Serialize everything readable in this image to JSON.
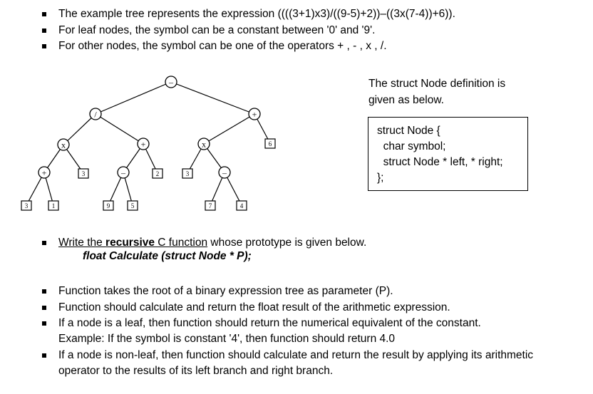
{
  "intro_bullets": [
    "The example tree represents the expression ((((3+1)x3)/((9-5)+2))–((3x(7-4))+6)).",
    "For leaf nodes, the symbol can be a constant between '0' and '9'.",
    "For other nodes, the symbol can be one of the operators + , - , x , /."
  ],
  "struct_note": {
    "line1": "The struct Node definition is",
    "line2": "given as below."
  },
  "struct_code": [
    "struct Node {",
    "  char symbol;",
    "  struct Node * left, * right;",
    "};"
  ],
  "write_task": {
    "pre": "Write the ",
    "bold": "recursive",
    "post": " C function whose prototype is given below."
  },
  "prototype": "float  Calculate (struct Node * P);",
  "bullets": [
    "Function takes the root of a binary expression tree as parameter (P).",
    "Function should calculate and return the float result of the arithmetic expression.",
    "If a node is a leaf, then function should return the numerical equivalent of the constant.",
    "Example: If the symbol is constant '4', then function should return 4.0",
    "If a node is non-leaf, then function should calculate and return the result by applying its arithmetic",
    "operator to the results of its left branch and right branch."
  ],
  "tree": {
    "root": "–",
    "n_div": "/",
    "n_plus_r": "+",
    "n_x1": "x",
    "n_plus_m": "+",
    "n_x2": "x",
    "leaf_6": "6",
    "n_plus_l": "+",
    "leaf_3a": "3",
    "n_minus1": "–",
    "leaf_2": "2",
    "leaf_3b": "3",
    "n_minus2": "–",
    "leaf_3c": "3",
    "leaf_1": "1",
    "leaf_9": "9",
    "leaf_5": "5",
    "leaf_7": "7",
    "leaf_4": "4"
  }
}
